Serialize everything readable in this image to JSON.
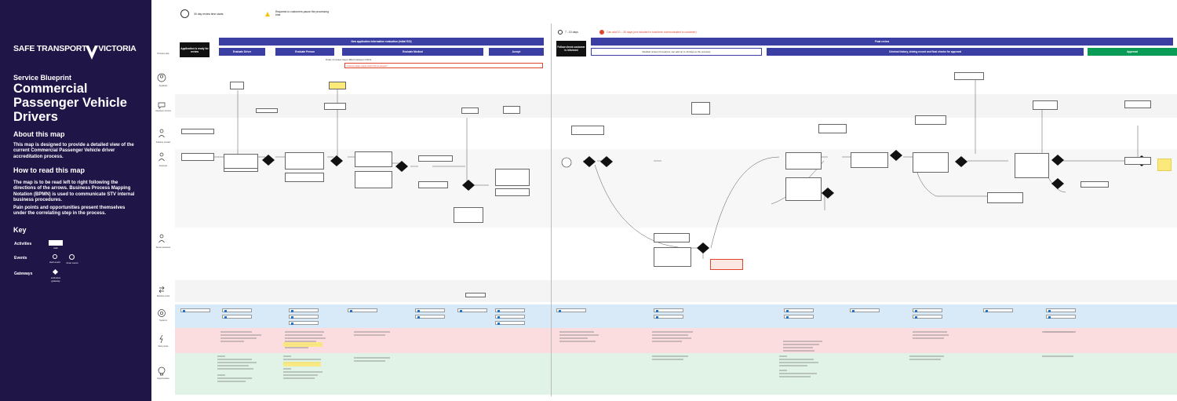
{
  "brand": {
    "name_left": "SAFE TRANSPORT",
    "name_right": "VICTORIA"
  },
  "intro": {
    "subtitle": "Service Blueprint",
    "title": "Commercial Passenger Vehicle Drivers",
    "about_heading": "About this map",
    "about_text": "This map is designed to provide a detailed view of the current Commercial Passenger Vehicle driver accreditation process.",
    "read_heading": "How to read this map",
    "read_text_1": "The map is to be read left to right following the directions of the arrows. Business Process Mapping Notation (BPMN) is used to communicate STV internal business procedures.",
    "read_text_2": "Pain points and opportunities present themselves under the correlating step in the process."
  },
  "key": {
    "heading": "Key",
    "activities": "Activities",
    "activity_item": "task",
    "events": "Events",
    "event_start": "start event",
    "event_timer": "timer event",
    "gateways": "Gateways",
    "gateway_item": "exclusive gateway"
  },
  "legend_top": {
    "timer_label": "30 day review time starts",
    "pause_label": "Requests to customers pause the processing time"
  },
  "phases": [
    {
      "label": "New application information evaluation (initial EOI)",
      "color": "#3b3fa3"
    },
    {
      "label": "Final review",
      "color": "#3b3fa3"
    }
  ],
  "stages": {
    "left_black": "Application is ready for review",
    "mid_black": "Follow check customer is informed",
    "evaluate_driver": "Evaluate Driver",
    "evaluate_person": "Evaluate Person",
    "evaluate_medical": "Evaluate Medical",
    "accept": "Accept",
    "medical_review": "Medical review (if required, can add up to 10 days to the process)",
    "criminal_review": "Criminal history, driving record and final checks for approval",
    "approval": "Approval",
    "order_note": "Order of review steps differs between CSOs"
  },
  "timing": {
    "days_label": "7 - 10 days",
    "warning": "Can add 10 – 30 days (not included in total time communicated to customer)",
    "red_box": "Customer delays require action from an assessor"
  },
  "lanes": [
    {
      "name": "Applicant",
      "icon": "person-icon"
    },
    {
      "name": "Assessor comms",
      "icon": "chat-icon"
    },
    {
      "name": "Industry contact",
      "icon": "person-icon"
    },
    {
      "name": "Assessor",
      "icon": "person-icon"
    },
    {
      "name": "Senior assessor",
      "icon": "person-icon"
    },
    {
      "name": "Decision point",
      "icon": "arrows-icon"
    },
    {
      "name": "Systems",
      "icon": "gear-icon"
    },
    {
      "name": "Pain points",
      "icon": "lightning-icon"
    },
    {
      "name": "Opportunities",
      "icon": "bulb-icon"
    }
  ],
  "colors": {
    "navy": "#201547",
    "phase_blue": "#3b3fa3",
    "approval_green": "#0a9b57",
    "systems_band": "#d8e9f8",
    "pain_band": "#fbdde0",
    "opp_band": "#e1f2e6",
    "warning_red": "#e0442c",
    "sticky_yellow": "#fbe97a"
  }
}
